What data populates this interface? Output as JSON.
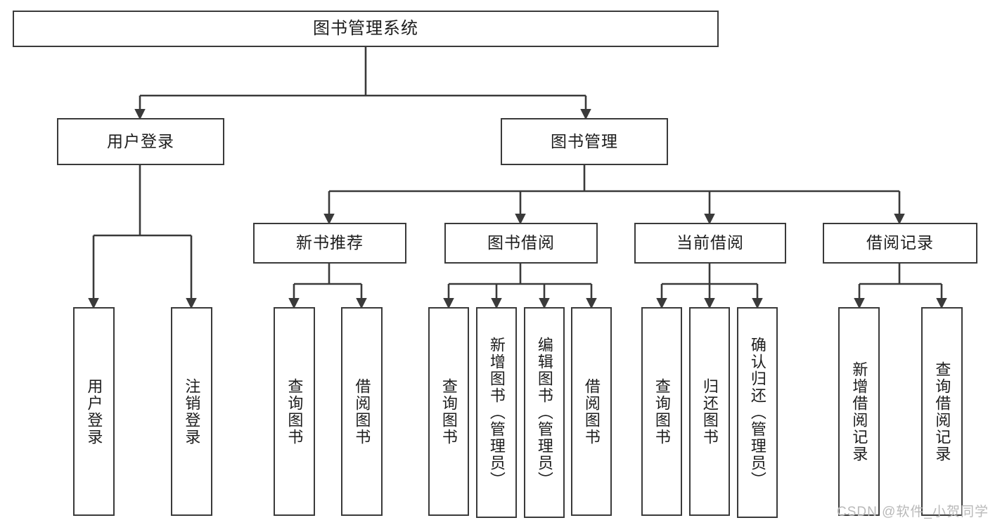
{
  "diagram": {
    "title": "图书管理系统",
    "type": "hierarchy-tree",
    "root": {
      "label": "图书管理系统",
      "children": [
        {
          "label": "用户登录",
          "children": [
            {
              "label": "用户登录"
            },
            {
              "label": "注销登录"
            }
          ]
        },
        {
          "label": "图书管理",
          "children": [
            {
              "label": "新书推荐",
              "children": [
                {
                  "label": "查询图书"
                },
                {
                  "label": "借阅图书"
                }
              ]
            },
            {
              "label": "图书借阅",
              "children": [
                {
                  "label": "查询图书"
                },
                {
                  "label": "新增图书（管理员）"
                },
                {
                  "label": "编辑图书（管理员）"
                },
                {
                  "label": "借阅图书"
                }
              ]
            },
            {
              "label": "当前借阅",
              "children": [
                {
                  "label": "查询图书"
                },
                {
                  "label": "归还图书"
                },
                {
                  "label": "确认归还（管理员）"
                }
              ]
            },
            {
              "label": "借阅记录",
              "children": [
                {
                  "label": "新增借阅记录"
                },
                {
                  "label": "查询借阅记录"
                }
              ]
            }
          ]
        }
      ]
    }
  },
  "nodes": {
    "root": "图书管理系统",
    "l2_user_login": "用户登录",
    "l2_book_manage": "图书管理",
    "l3_new_book_rec": "新书推荐",
    "l3_book_borrow": "图书借阅",
    "l3_current_borrow": "当前借阅",
    "l3_borrow_record": "借阅记录",
    "leaf_user_login": "用户登录",
    "leaf_logout": "注销登录",
    "leaf_rec_query": "查询图书",
    "leaf_rec_borrow": "借阅图书",
    "leaf_borrow_query": "查询图书",
    "leaf_borrow_add": "新增图书（管理员）",
    "leaf_borrow_edit": "编辑图书（管理员）",
    "leaf_borrow_borrow": "借阅图书",
    "leaf_cur_query": "查询图书",
    "leaf_cur_return": "归还图书",
    "leaf_cur_confirm": "确认归还（管理员）",
    "leaf_rec_add": "新增借阅记录",
    "leaf_rec_search": "查询借阅记录"
  },
  "watermark": {
    "text": "CSDN @软件_小贺同学"
  },
  "colors": {
    "stroke": "#3a3a3a",
    "text": "#1d1d1d",
    "background": "#ffffff",
    "watermark": "#b9b9b9"
  }
}
